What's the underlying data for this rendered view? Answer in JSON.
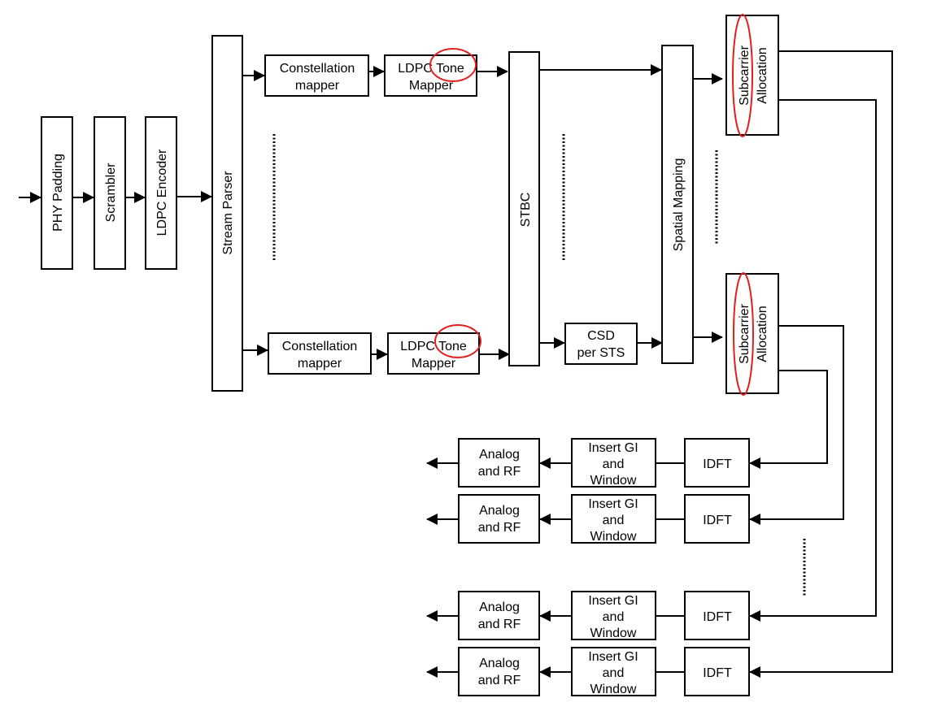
{
  "diagram": {
    "title": "IEEE 802.11 transmitter block diagram (LDPC)",
    "input_chain": [
      "PHY Padding",
      "Scrambler",
      "LDPC Encoder"
    ],
    "stream_parser": "Stream Parser",
    "streams": [
      {
        "constellation": [
          "Constellation",
          "mapper"
        ],
        "tone_mapper": [
          "LDPC Tone",
          "Mapper"
        ]
      },
      {
        "constellation": [
          "Constellation",
          "mapper"
        ],
        "tone_mapper": [
          "LDPC Tone",
          "Mapper"
        ]
      }
    ],
    "stbc": "STBC",
    "csd": [
      "CSD",
      "per STS"
    ],
    "spatial_mapping": "Spatial Mapping",
    "subcarrier_allocation": [
      [
        "Subcarrier",
        "Allocation"
      ],
      [
        "Subcarrier",
        "Allocation"
      ]
    ],
    "tx_chains": [
      {
        "idft": "IDFT",
        "gi": [
          "Insert GI",
          "and",
          "Window"
        ],
        "rf": [
          "Analog",
          "and RF"
        ]
      },
      {
        "idft": "IDFT",
        "gi": [
          "Insert GI",
          "and",
          "Window"
        ],
        "rf": [
          "Analog",
          "and RF"
        ]
      },
      {
        "idft": "IDFT",
        "gi": [
          "Insert GI",
          "and",
          "Window"
        ],
        "rf": [
          "Analog",
          "and RF"
        ]
      },
      {
        "idft": "IDFT",
        "gi": [
          "Insert GI",
          "and",
          "Window"
        ],
        "rf": [
          "Analog",
          "and RF"
        ]
      }
    ],
    "highlight_color": "#e02020"
  }
}
